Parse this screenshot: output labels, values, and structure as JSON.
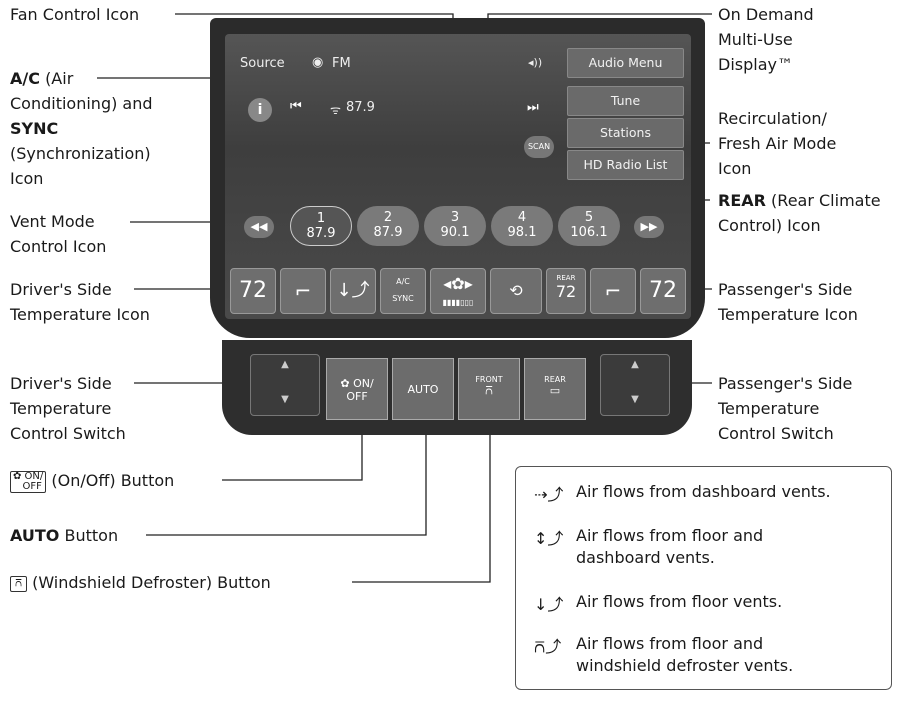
{
  "callouts": {
    "fan_control_icon": "Fan Control Icon",
    "ac_sync_line1": "(Air",
    "ac_sync_bold1": "A/C",
    "ac_sync_line2": "Conditioning) and",
    "ac_sync_bold3": "SYNC",
    "ac_sync_line4": "(Synchronization)",
    "ac_sync_line5": "Icon",
    "vent_mode_line1": "Vent Mode",
    "vent_mode_line2": "Control Icon",
    "driver_temp_icon_line1": "Driver's Side",
    "driver_temp_icon_line2": "Temperature Icon",
    "driver_switch_line1": "Driver's Side",
    "driver_switch_line2": "Temperature",
    "driver_switch_line3": "Control Switch",
    "onoff_button": "(On/Off) Button",
    "auto_button_bold": "AUTO",
    "auto_button_rest": "Button",
    "defroster_button": "(Windshield Defroster) Button",
    "on_demand_line1": "On Demand",
    "on_demand_line2": "Multi-Use",
    "on_demand_line3": "Display™",
    "recirc_line1": "Recirculation/",
    "recirc_line2": "Fresh Air Mode",
    "recirc_line3": "Icon",
    "rear_bold": "REAR",
    "rear_line1_rest": "(Rear Climate",
    "rear_line2": "Control) Icon",
    "pass_temp_icon_line1": "Passenger's Side",
    "pass_temp_icon_line2": "Temperature Icon",
    "pass_switch_line1": "Passenger's Side",
    "pass_switch_line2": "Temperature",
    "pass_switch_line3": "Control Switch"
  },
  "screen": {
    "source": "Source",
    "band": "FM",
    "frequency": "87.9",
    "scan": "SCAN",
    "menu": [
      "Audio Menu",
      "Tune",
      "Stations",
      "HD Radio List"
    ],
    "presets": [
      {
        "num": "1",
        "freq": "87.9"
      },
      {
        "num": "2",
        "freq": "87.9"
      },
      {
        "num": "3",
        "freq": "90.1"
      },
      {
        "num": "4",
        "freq": "98.1"
      },
      {
        "num": "5",
        "freq": "106.1"
      }
    ],
    "driver_temp": "72",
    "rear_label": "REAR",
    "rear_temp": "72",
    "passenger_temp": "72",
    "ac_label": "A/C",
    "sync_label": "SYNC"
  },
  "buttons": {
    "onoff_on": "ON/",
    "onoff_off": "OFF",
    "auto": "AUTO",
    "front": "FRONT",
    "rear": "REAR"
  },
  "legend": [
    "Air flows from dashboard vents.",
    "Air flows from floor and",
    "dashboard vents.",
    "Air flows from floor vents.",
    "Air flows from floor and",
    "windshield defroster vents."
  ]
}
